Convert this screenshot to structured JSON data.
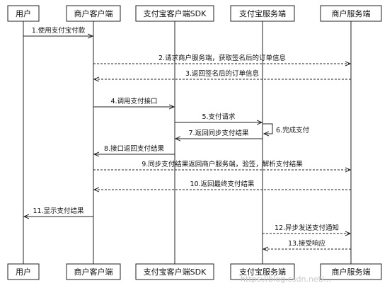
{
  "participants": [
    {
      "id": "user",
      "label": "用户"
    },
    {
      "id": "merchant_client",
      "label": "商户客户端"
    },
    {
      "id": "alipay_sdk",
      "label": "支付宝客户端SDK"
    },
    {
      "id": "alipay_server",
      "label": "支付宝服务端"
    },
    {
      "id": "merchant_server",
      "label": "商户服务端"
    }
  ],
  "messages": [
    {
      "from": "user",
      "to": "merchant_client",
      "label": "1.使用支付宝付款",
      "style": "solid"
    },
    {
      "from": "merchant_client",
      "to": "merchant_server",
      "label": "2.请求商户服务端，获取签名后的订单信息",
      "style": "dashed"
    },
    {
      "from": "merchant_server",
      "to": "merchant_client",
      "label": "3.返回签名后的订单信息",
      "style": "dashed"
    },
    {
      "from": "merchant_client",
      "to": "alipay_sdk",
      "label": "4.调用支付接口",
      "style": "solid"
    },
    {
      "from": "alipay_sdk",
      "to": "alipay_server",
      "label": "5.支付请求",
      "style": "solid"
    },
    {
      "from": "alipay_server",
      "to": "alipay_server",
      "label": "6.完成支付",
      "style": "solid"
    },
    {
      "from": "alipay_server",
      "to": "alipay_sdk",
      "label": "7.返回同步支付结果",
      "style": "solid"
    },
    {
      "from": "alipay_sdk",
      "to": "merchant_client",
      "label": "8.接口返回支付结果",
      "style": "solid"
    },
    {
      "from": "merchant_client",
      "to": "merchant_server",
      "label": "9.同步支付结果返回商户服务端，验签，解析支付结果",
      "style": "dashed"
    },
    {
      "from": "merchant_server",
      "to": "merchant_client",
      "label": "10.返回最终支付结果",
      "style": "dashed"
    },
    {
      "from": "merchant_client",
      "to": "user",
      "label": "11.显示支付结果",
      "style": "solid"
    },
    {
      "from": "alipay_server",
      "to": "merchant_server",
      "label": "12.异步发送支付通知",
      "style": "dashed"
    },
    {
      "from": "merchant_server",
      "to": "alipay_server",
      "label": "13.接受响应",
      "style": "dashed"
    }
  ],
  "watermark": "https://blog.csdn.net/..."
}
